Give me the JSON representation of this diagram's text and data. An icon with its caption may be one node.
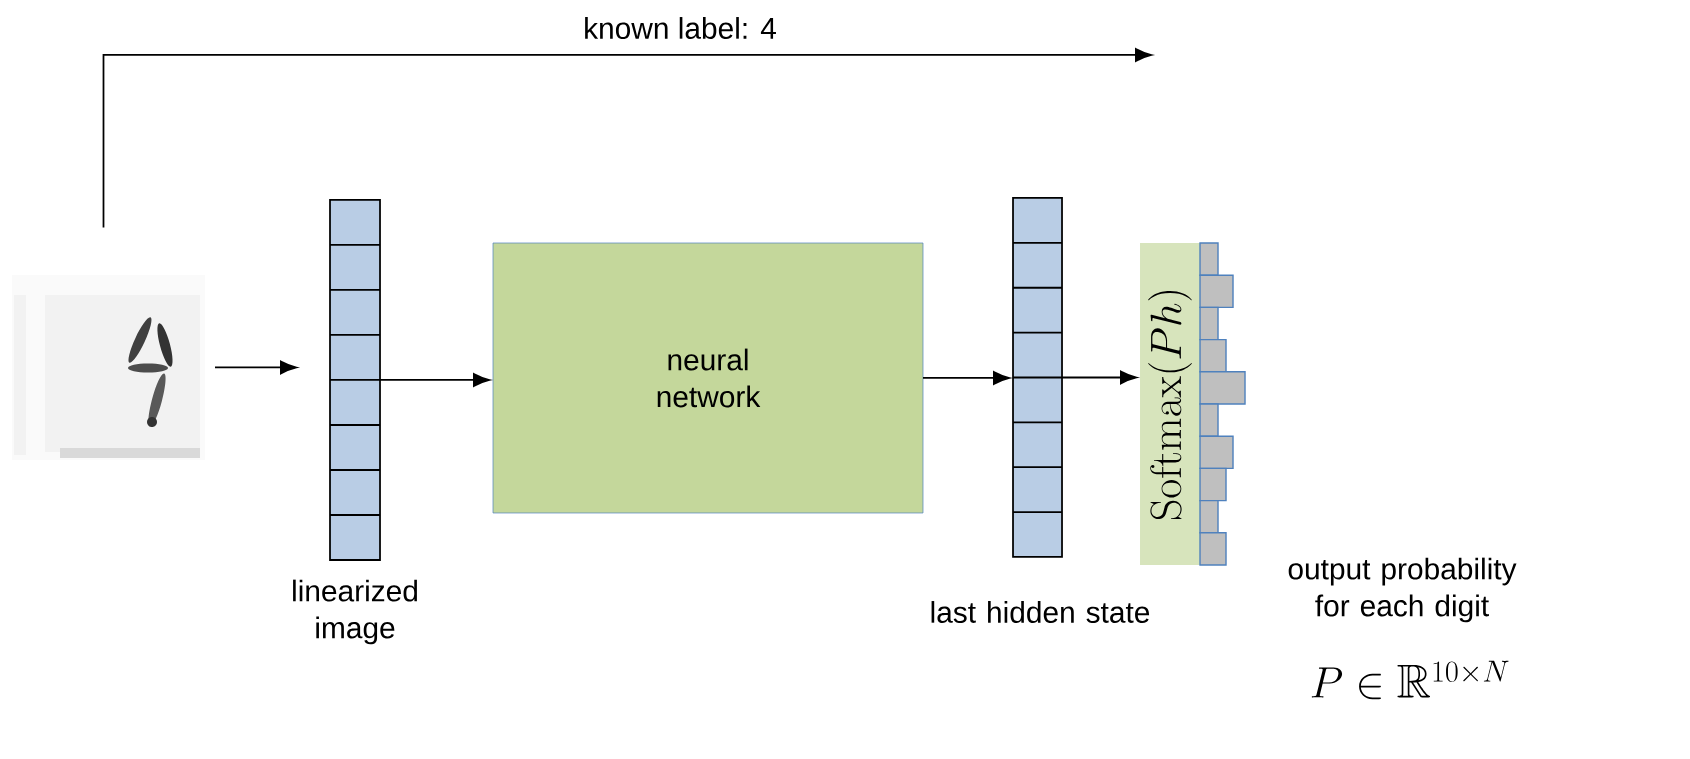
{
  "diagram": {
    "nodes": [
      {
        "text": [],
        "shape": "picture"
      },
      {
        "text": [
          "linearized image"
        ]
      },
      {
        "text": [
          "neural network"
        ]
      },
      {
        "text": [
          "last hidden state"
        ]
      },
      {
        "text": [
          "\\mathrm{Softmax}(Ph)"
        ]
      }
    ],
    "edges": [
      {
        "from": 0,
        "to": null,
        "arrow": "to",
        "label": "known label: 4"
      },
      {
        "from": 0,
        "to": 1,
        "arrow": "to"
      },
      {
        "from": 1,
        "to": 2,
        "arrow": "to"
      },
      {
        "from": 2,
        "to": 3,
        "arrow": "to"
      },
      {
        "from": 3,
        "to": 4,
        "arrow": "to"
      }
    ],
    "labels": [
      "output probability for each digit",
      "P \\in \\mathbb{R}^{10\\times N}"
    ]
  }
}
